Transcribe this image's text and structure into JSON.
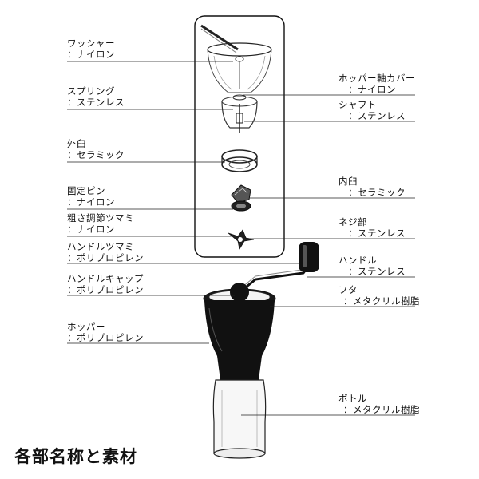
{
  "title": "各部名称と素材",
  "parts_left": [
    {
      "name": "ワッシャー",
      "material": "：ナイロン"
    },
    {
      "name": "スプリング",
      "material": "：ステンレス"
    },
    {
      "name": "外臼",
      "material": "：セラミック"
    },
    {
      "name": "固定ピン",
      "material": "：ナイロン"
    },
    {
      "name": "粗さ調節ツマミ",
      "material": "：ナイロン"
    },
    {
      "name": "ハンドルツマミ",
      "material": "：ポリプロピレン"
    },
    {
      "name": "ハンドルキャップ",
      "material": "：ポリプロピレン"
    },
    {
      "name": "ホッパー",
      "material": "：ポリプロピレン"
    }
  ],
  "parts_right": [
    {
      "name": "ホッパー軸カバー",
      "material": "：ナイロン"
    },
    {
      "name": "シャフト",
      "material": "：ステンレス"
    },
    {
      "name": "内臼",
      "material": "：セラミック"
    },
    {
      "name": "ネジ部",
      "material": "：ステンレス"
    },
    {
      "name": "ハンドル",
      "material": "：ステンレス"
    },
    {
      "name": "フタ",
      "material": "：メタクリル樹脂"
    },
    {
      "name": "ボトル",
      "material": "：メタクリル樹脂"
    }
  ]
}
